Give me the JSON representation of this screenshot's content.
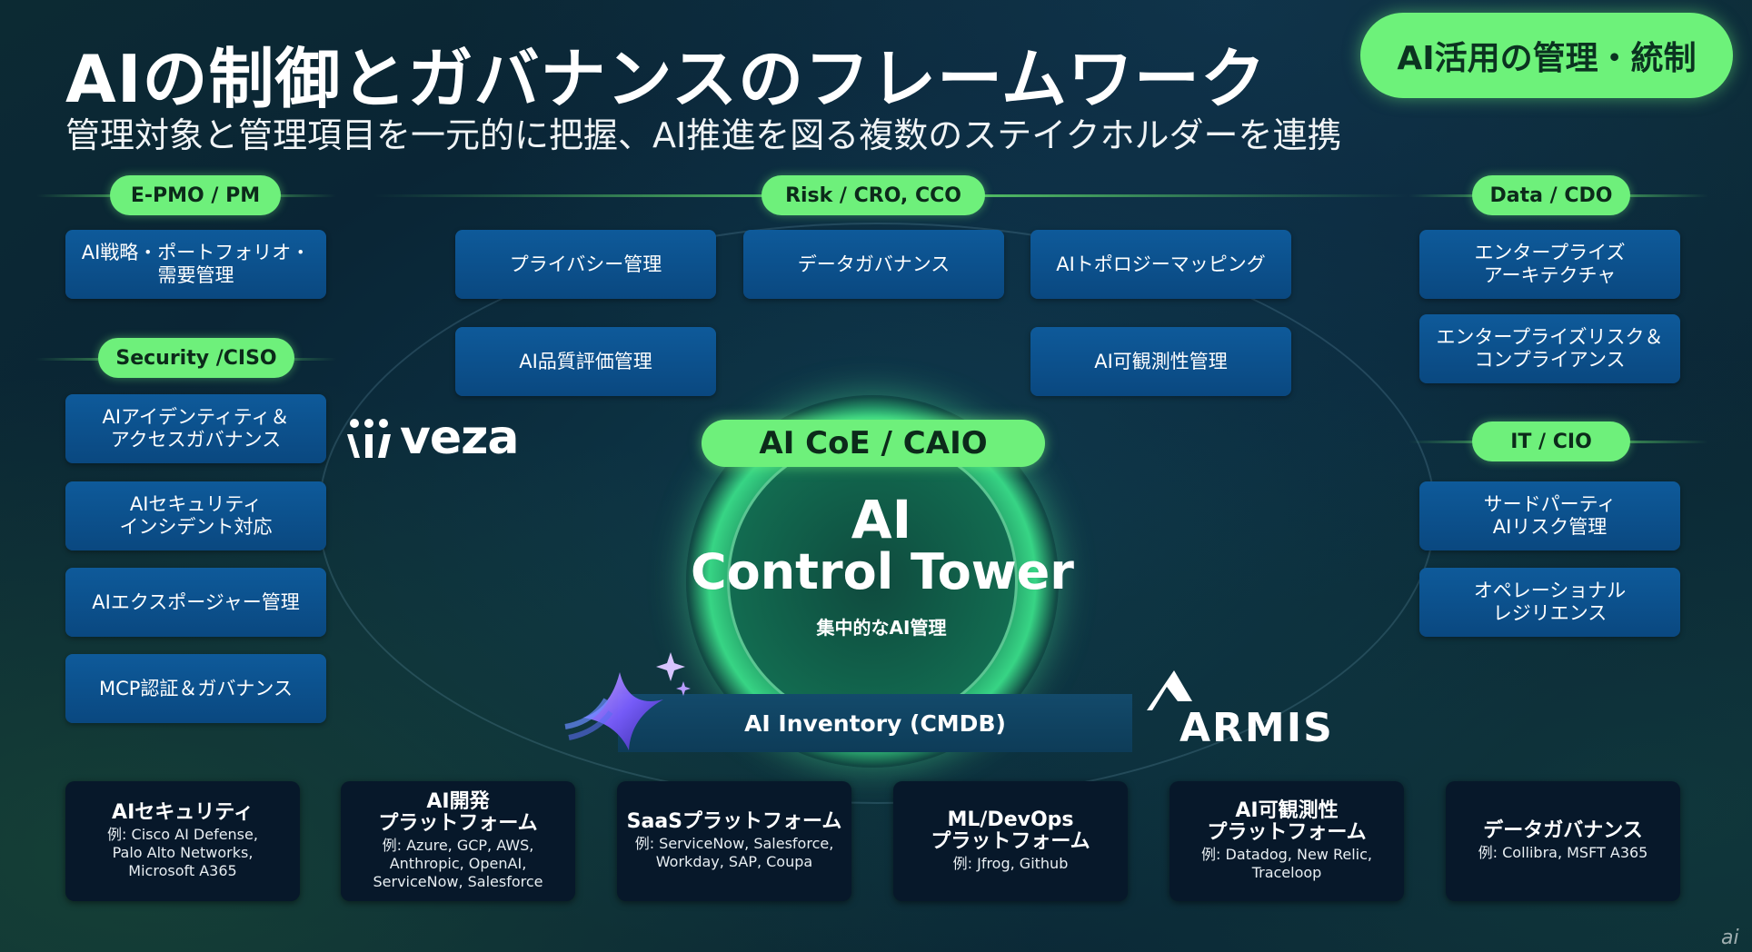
{
  "header": {
    "title": "AIの制御とガバナンスのフレームワーク",
    "subtitle": "管理対象と管理項目を一元的に把握、AI推進を図る複数のステイクホルダーを連携",
    "badge": "AI活用の管理・統制"
  },
  "groups": {
    "epmo": {
      "label": "E-PMO / PM",
      "items": [
        "AI戦略・ポートフォリオ・\n需要管理"
      ]
    },
    "security": {
      "label": "Security /CISO",
      "items": [
        "AIアイデンティティ＆\nアクセスガバナンス",
        "AIセキュリティ\nインシデント対応",
        "AIエクスポージャー管理",
        "MCP認証＆ガバナンス"
      ]
    },
    "risk": {
      "label": "Risk / CRO, CCO",
      "items": [
        "プライバシー管理",
        "データガバナンス",
        "AIトポロジーマッピング",
        "AI品質評価管理",
        "AI可観測性管理"
      ]
    },
    "data": {
      "label": "Data / CDO",
      "items": [
        "エンタープライズ\nアーキテクチャ",
        "エンタープライズリスク＆\nコンプライアンス"
      ]
    },
    "it": {
      "label": "IT / CIO",
      "items": [
        "サードパーティ\nAIリスク管理",
        "オペレーショナル\nレジリエンス"
      ]
    }
  },
  "center": {
    "coe": "AI CoE / CAIO",
    "ai": "AI",
    "control_tower": "Control Tower",
    "sub": "集中的なAI管理",
    "inventory": "AI Inventory (CMDB)"
  },
  "logos": {
    "veza": "veza",
    "armis": "ARMIS"
  },
  "platforms": [
    {
      "title": "AIセキュリティ",
      "detail": "例: Cisco AI Defense,\nPalo Alto Networks,\nMicrosoft A365"
    },
    {
      "title": "AI開発\nプラットフォーム",
      "detail": "例: Azure, GCP, AWS,\nAnthropic, OpenAI,\nServiceNow, Salesforce"
    },
    {
      "title": "SaaSプラットフォーム",
      "detail": "例: ServiceNow, Salesforce,\nWorkday, SAP, Coupa"
    },
    {
      "title": "ML/DevOps\nプラットフォーム",
      "detail": "例: Jfrog, Github"
    },
    {
      "title": "AI可観測性\nプラットフォーム",
      "detail": "例: Datadog, New Relic,\nTraceloop"
    },
    {
      "title": "データガバナンス",
      "detail": "例: Collibra, MSFT A365"
    }
  ],
  "colors": {
    "accent_green": "#6ef07b",
    "box_blue": "#0e5a9a",
    "dark_box": "#07182a",
    "background": "#0b2c3d"
  },
  "watermark": "ai"
}
